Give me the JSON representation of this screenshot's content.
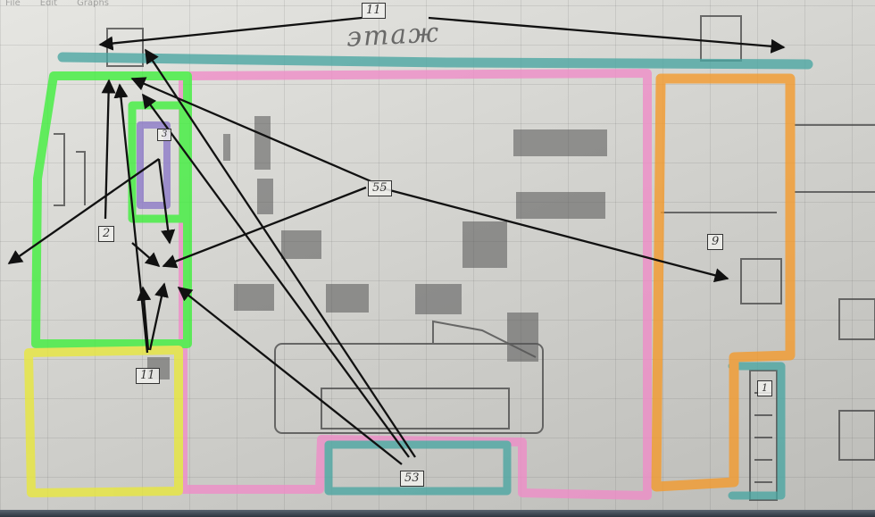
{
  "menu": [
    "File",
    "Edit",
    "Graphs"
  ],
  "title": "этаж",
  "labels": {
    "top": "11",
    "left_upper": "2",
    "left_lower": "11",
    "center": "55",
    "bottom": "53",
    "right": "9",
    "right_lower": "1",
    "left_room": "3"
  },
  "colors": {
    "green": "#3df03a",
    "pink": "#f08cc8",
    "orange": "#f59a2a",
    "teal": "#4aa6a2",
    "yellow": "#e9e83a",
    "purple": "#8b78c8",
    "pencil": "#3a3a3a",
    "arrow": "#111111"
  }
}
